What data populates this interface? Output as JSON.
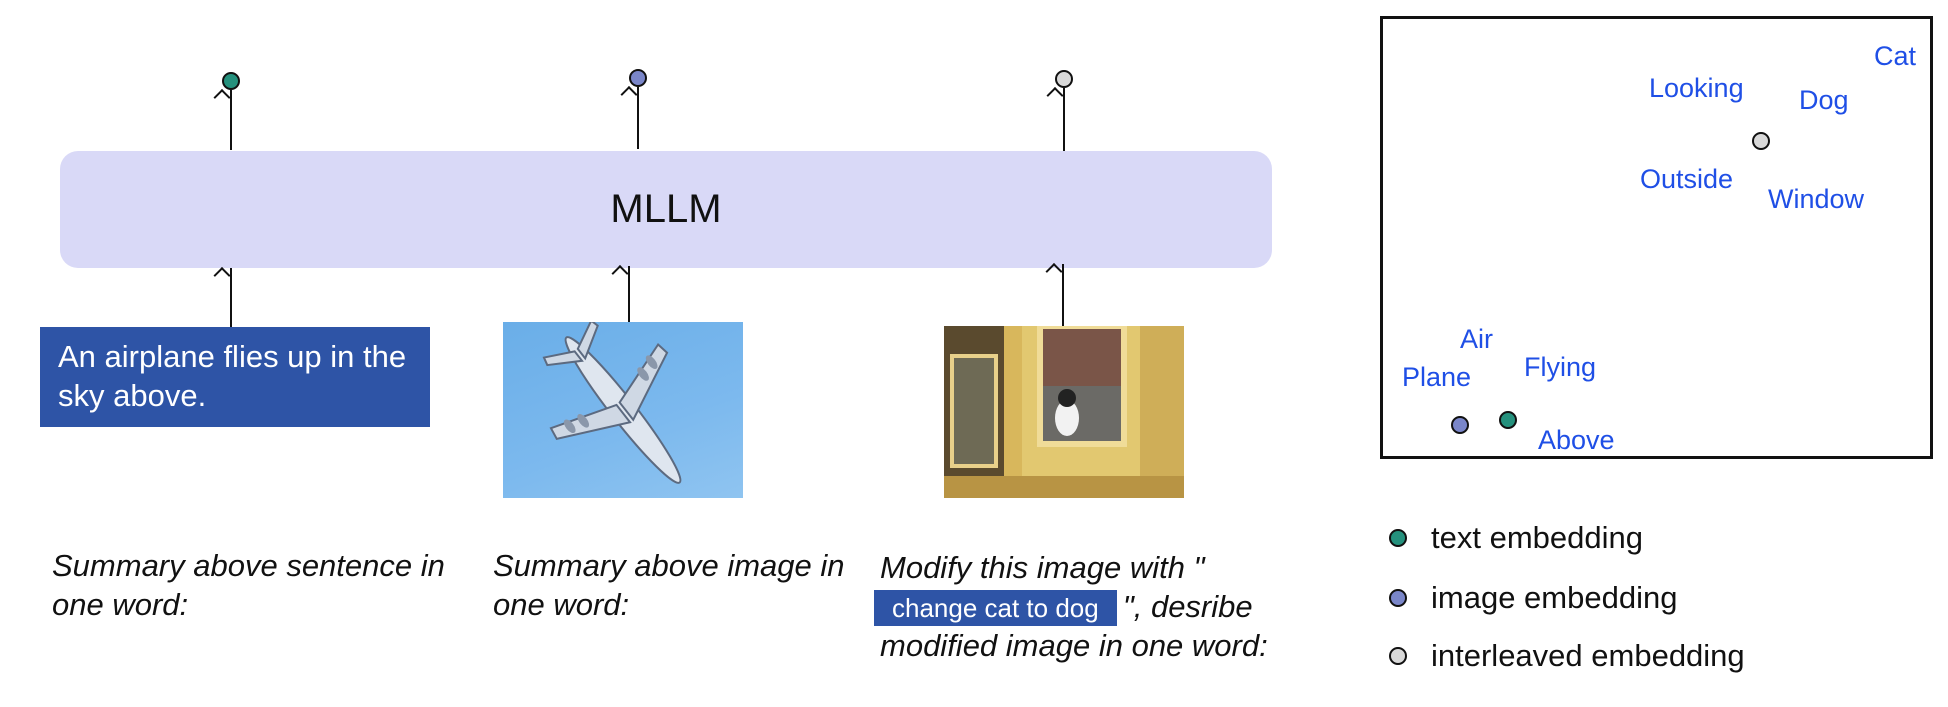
{
  "mllm_label": "MLLM",
  "inputs": {
    "text_box": "An airplane flies up in the sky above.",
    "image_alt": "airplane photo",
    "edit_image_alt": "cat window photo"
  },
  "captions": {
    "text_prompt": "Summary above sentence in one word:",
    "image_prompt": "Summary above image in one word:",
    "edit_prefix": "Modify this image with \"",
    "edit_chip": "change cat to dog",
    "edit_suffix": "\", desribe modified image in one word:"
  },
  "scatter_words": {
    "cat": "Cat",
    "looking": "Looking",
    "dog": "Dog",
    "outside": "Outside",
    "window": "Window",
    "air": "Air",
    "plane": "Plane",
    "flying": "Flying",
    "above": "Above"
  },
  "legend": {
    "text": "text embedding",
    "image": "image embedding",
    "interleaved": "interleaved embedding"
  },
  "colors": {
    "text_embedding": "#25917d",
    "image_embedding": "#7a86c9",
    "interleaved_embedding": "#d9d9d9",
    "mllm_fill": "#d9d9f7",
    "label_blue": "#1f4fe6",
    "box_blue": "#2e54a6"
  }
}
